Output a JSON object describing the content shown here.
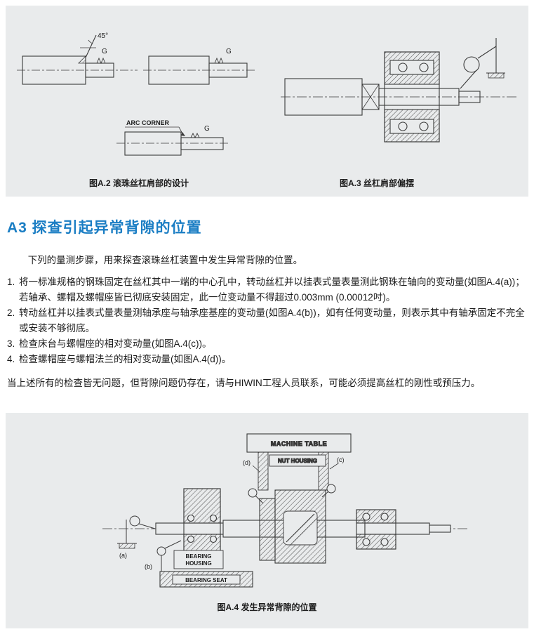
{
  "colors": {
    "panel_bg": "#e9ebec",
    "heading_blue": "#1b7ec4",
    "text": "#1c1c1c",
    "line": "#3a3a3a"
  },
  "figures": {
    "a2_caption": "图A.2 滚珠丝杠肩部的设计",
    "a3_caption": "图A.3 丝杠肩部偏摆",
    "a4_caption": "图A.4 发生异常背隙的位置",
    "labels": {
      "angle_45": "45°",
      "g": "G",
      "arc_corner": "ARC CORNER",
      "machine_table": "MACHINE TABLE",
      "nut_housing": "NUT HOUSING",
      "bearing_housing_line1": "BEARING",
      "bearing_housing_line2": "HOUSING",
      "bearing_seat": "BEARING SEAT",
      "point_a": "(a)",
      "point_b": "(b)",
      "point_c": "(c)",
      "point_d": "(d)"
    }
  },
  "section": {
    "heading": "A3 探查引起异常背隙的位置",
    "intro": "下列的量测步骤，用来探查滚珠丝杠装置中发生异常背隙的位置。",
    "items": [
      {
        "num": "1.",
        "text": "将一标准规格的钢珠固定在丝杠其中一端的中心孔中，转动丝杠并以挂表式量表量测此钢珠在轴向的变动量(如图A.4(a))；若轴承、螺帽及螺帽座皆已彻底安装固定，此一位变动量不得超过0.003mm (0.00012吋)。"
      },
      {
        "num": "2.",
        "text": "转动丝杠并以挂表式量表量测轴承座与轴承座基座的变动量(如图A.4(b))，如有任何变动量，则表示其中有轴承固定不完全或安装不够彻底。"
      },
      {
        "num": "3.",
        "text": "检查床台与螺帽座的相对变动量(如图A.4(c))。"
      },
      {
        "num": "4.",
        "text": "检查螺帽座与螺帽法兰的相对变动量(如图A.4(d))。"
      }
    ],
    "outro": "当上述所有的检查皆无问题，但背隙问题仍存在，请与HIWIN工程人员联系，可能必须提高丝杠的刚性或预压力。"
  }
}
